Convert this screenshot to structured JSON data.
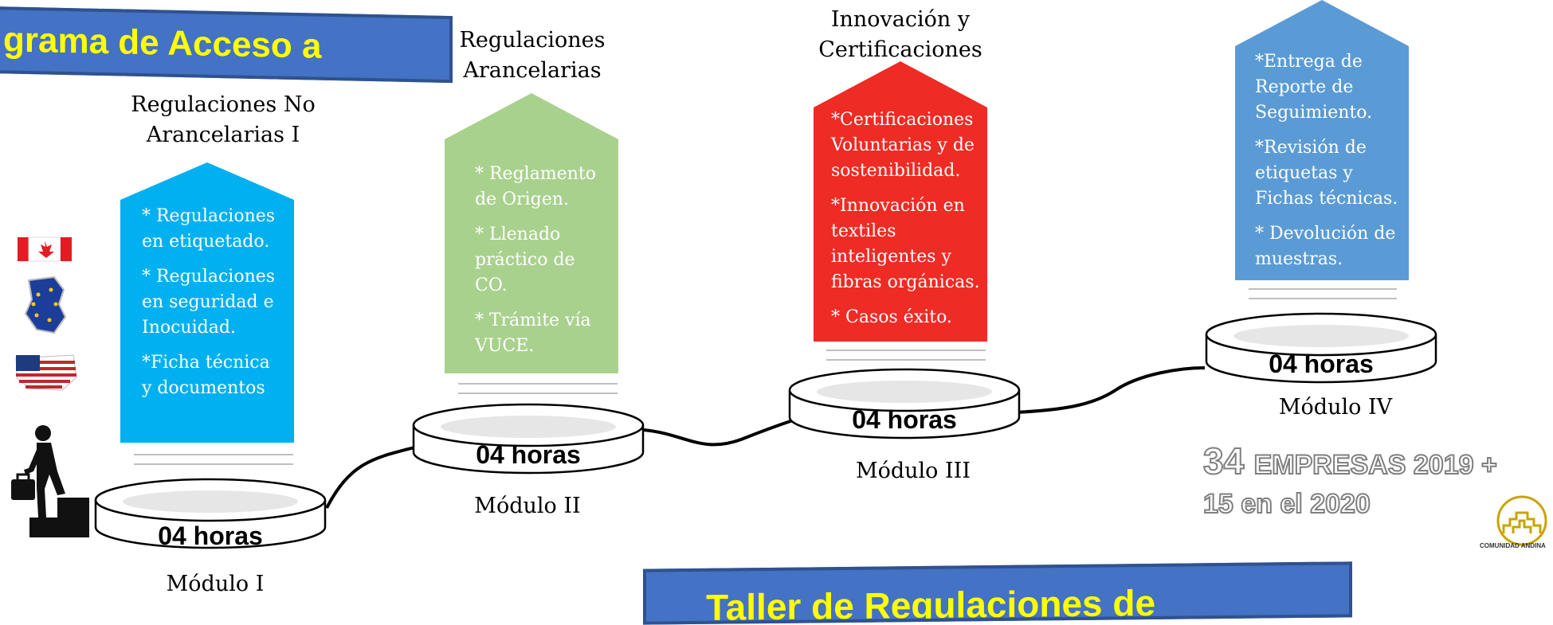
{
  "banner_top": "grama de Acceso a",
  "banner_bottom": "Taller de Regulaciones de",
  "modules": [
    {
      "heading": [
        "Regulaciones No",
        "Arancelarias I"
      ],
      "items": [
        "* Regulaciones en etiquetado.",
        "* Regulaciones en seguridad e Inocuidad.",
        "*Ficha técnica y documentos"
      ],
      "hours": "04 horas",
      "label": "Módulo I",
      "color": "#00b0f0"
    },
    {
      "heading": [
        "Regulaciones",
        "Arancelarias"
      ],
      "items": [
        "* Reglamento de Origen.",
        "* Llenado práctico de CO.",
        "* Trámite vía VUCE."
      ],
      "hours": "04 horas",
      "label": "Módulo II",
      "color": "#a9d18e"
    },
    {
      "heading": [
        "Innovación y",
        "Certificaciones"
      ],
      "items": [
        "*Certificaciones Voluntarias y de sostenibilidad.",
        "*Innovación en textiles inteligentes y fibras orgánicas.",
        "* Casos éxito."
      ],
      "hours": "04 horas",
      "label": "Módulo III",
      "color": "#ee2b24"
    },
    {
      "heading": [],
      "items": [
        "*Entrega de Reporte de Seguimiento.",
        "*Revisión de etiquetas y Fichas técnicas.",
        "* Devolución de muestras."
      ],
      "hours": "04 horas",
      "label": "Módulo IV",
      "color": "#5b9bd5"
    }
  ],
  "empresas_line1_num": "34",
  "empresas_line1_text": "EMPRESAS 2019 +",
  "empresas_line2": "15 en el 2020",
  "logo_text": "COMUNIDAD ANDINA"
}
